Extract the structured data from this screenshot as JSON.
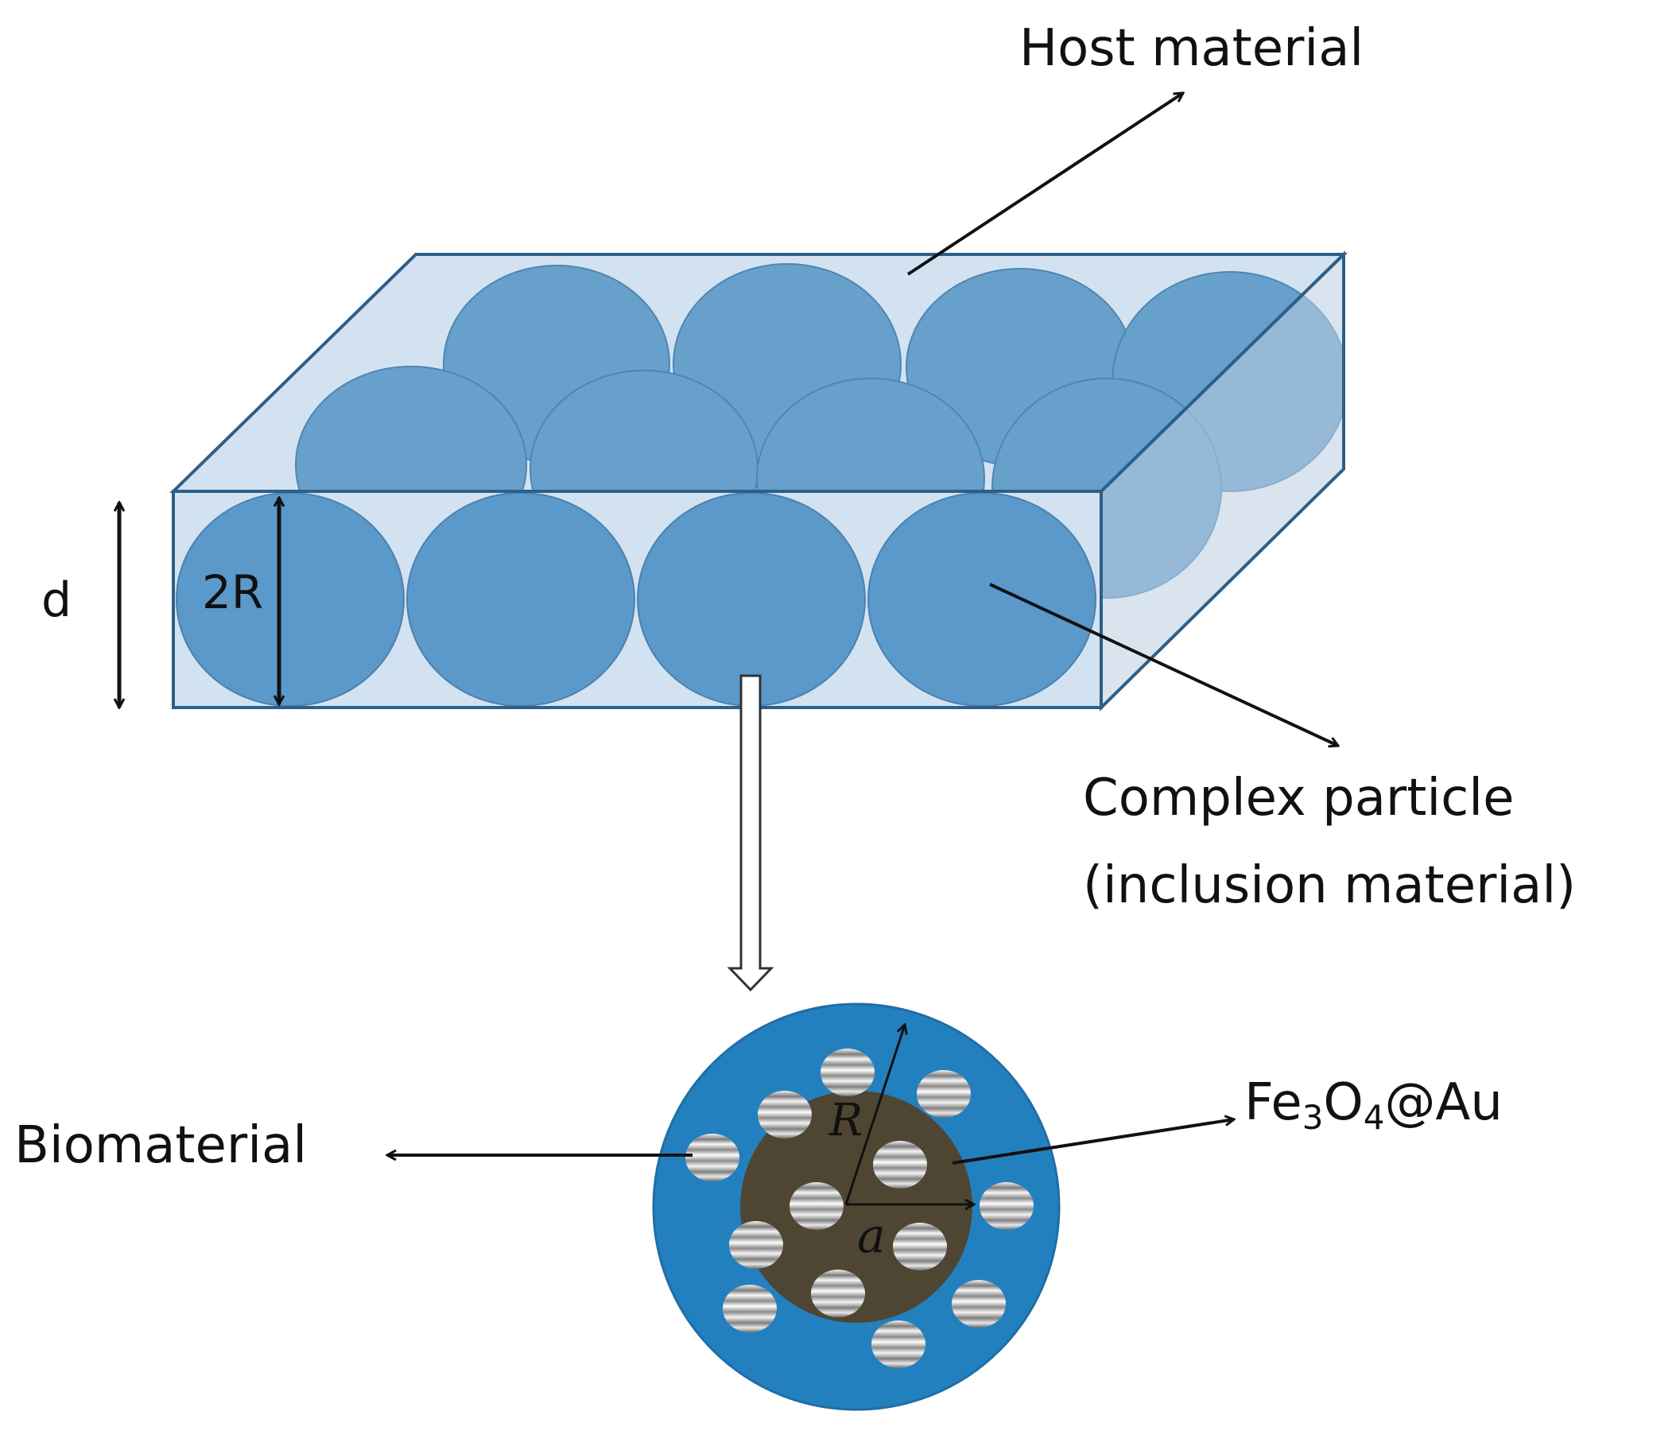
{
  "labels": {
    "host_material": "Host material",
    "complex_particle_line1": "Complex particle",
    "complex_particle_line2": "(inclusion material)",
    "d": "d",
    "two_r": "2R",
    "biomaterial": "Biomaterial",
    "fe3o4au_main": "Fe",
    "fe3o4au_sub1": "3",
    "fe3o4au_mid": "O",
    "fe3o4au_sub2": "4",
    "fe3o4au_tail": "@Au",
    "radius_r": "R",
    "radius_a": "a"
  },
  "colors": {
    "host_fill": "#d3e2f0",
    "host_side": "#c2d3e4",
    "host_stroke": "#2d5f88",
    "sphere_fill": "#5b99cb",
    "sphere_back": "#68a0cc",
    "sphere_side": "#4886b5",
    "particle_shell": "#2380bf",
    "particle_core": "#4e4633",
    "arrow": "#111111"
  }
}
